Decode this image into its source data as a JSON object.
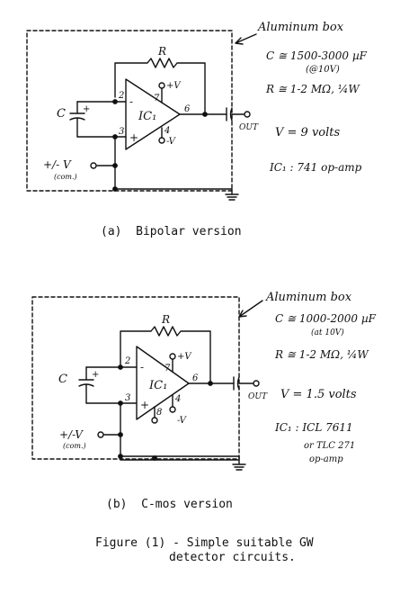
{
  "panel_a": {
    "caption": "(a)  Bipolar version",
    "box_label": "Aluminum box",
    "resistor_label": "R",
    "cap_label": "C",
    "opamp_label": "IC₁",
    "pins": {
      "inv": "2",
      "noninv": "3",
      "vplus": "7",
      "vminus": "4",
      "out": "6"
    },
    "minus_sign": "-",
    "plus_sign": "+",
    "vplus_label": "+V",
    "vminus_label": "-V",
    "supply_label": "+/- V",
    "supply_sub": "(com.)",
    "out_label": "OUT",
    "spec_c": "C ≅ 1500-3000 µF",
    "spec_c_note": "(@10V)",
    "spec_r": "R ≅ 1-2 MΩ, ¼W",
    "spec_v": "V = 9 volts",
    "spec_ic": "IC₁ : 741 op-amp"
  },
  "panel_b": {
    "caption": "(b)  C-mos version",
    "box_label": "Aluminum box",
    "resistor_label": "R",
    "cap_label": "C",
    "opamp_label": "IC₁",
    "pins": {
      "inv": "2",
      "noninv": "3",
      "vplus": "7",
      "vminus": "4",
      "out": "6",
      "extra": "8"
    },
    "minus_sign": "-",
    "plus_sign": "+",
    "vplus_label": "+V",
    "vminus_label": "-V",
    "supply_label": "+/-V",
    "supply_sub": "(com.)",
    "out_label": "OUT",
    "spec_c": "C ≅ 1000-2000 µF",
    "spec_c_note": "(at 10V)",
    "spec_r": "R ≅ 1-2 MΩ, ¼W",
    "spec_v": "V = 1.5 volts",
    "spec_ic": "IC₁ :  ICL 7611",
    "spec_ic2": "or TLC 271",
    "spec_ic3": "op-amp"
  },
  "figure_caption": {
    "line1": "Figure (1) - Simple suitable GW",
    "line2": "detector circuits."
  }
}
